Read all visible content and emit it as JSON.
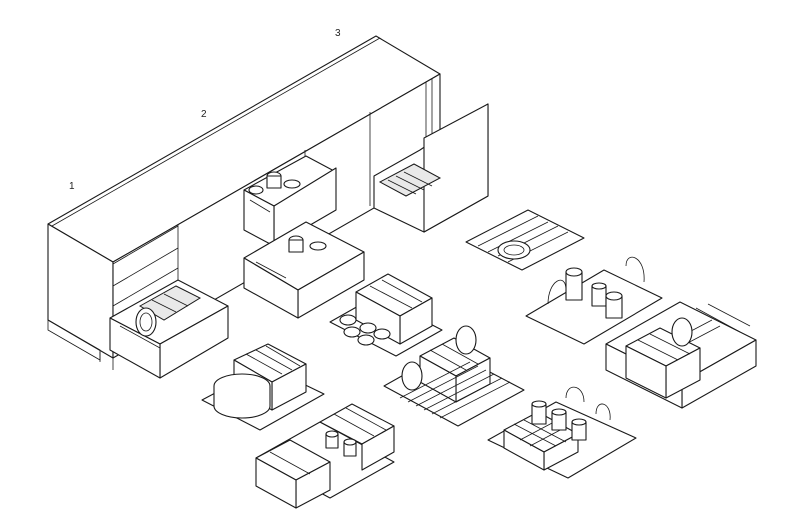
{
  "callouts": [
    {
      "id": "1",
      "label": "1"
    },
    {
      "id": "2",
      "label": "2"
    },
    {
      "id": "3",
      "label": "3"
    }
  ],
  "colors": {
    "line": "#1a1a1a",
    "fill": "#ffffff",
    "shade": "#e9e9e9"
  },
  "components": [
    "cabinet-unit",
    "drawer-cutlery-plate-organizer",
    "drawer-pots-organizer",
    "drawer-plate-rack",
    "plate-rack-insert",
    "canister-holder-insert",
    "cutlery-divider-with-bread-box",
    "cutlery-divider-with-canisters",
    "cutlery-divider-with-plate-rack",
    "cutlery-divider-with-jars",
    "small-compartment-tray-with-canisters",
    "double-cutlery-tray-with-plate-holder"
  ]
}
